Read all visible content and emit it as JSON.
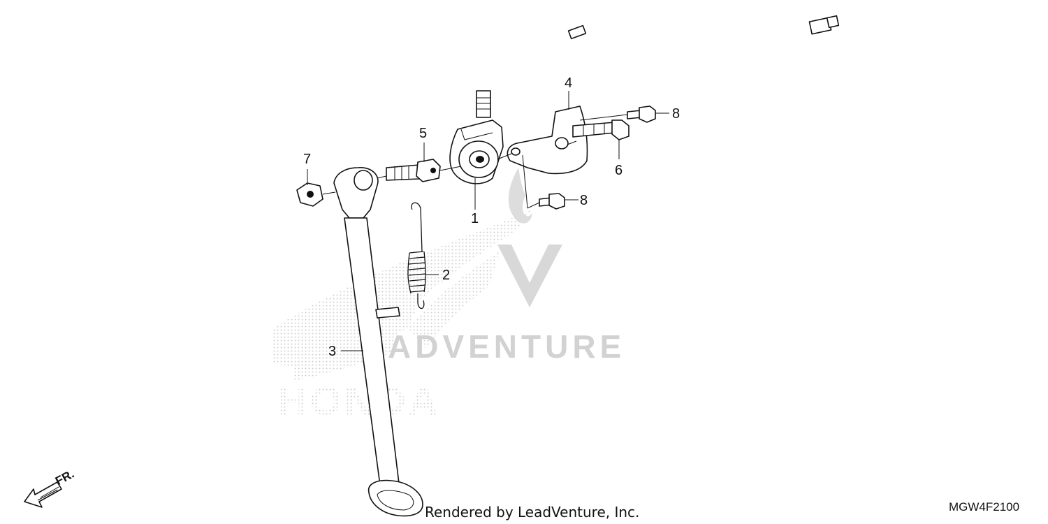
{
  "diagram": {
    "callouts": [
      {
        "id": "1",
        "label": "1"
      },
      {
        "id": "2",
        "label": "2"
      },
      {
        "id": "3",
        "label": "3"
      },
      {
        "id": "4",
        "label": "4"
      },
      {
        "id": "5",
        "label": "5"
      },
      {
        "id": "6",
        "label": "6"
      },
      {
        "id": "7",
        "label": "7"
      },
      {
        "id": "8a",
        "label": "8"
      },
      {
        "id": "8b",
        "label": "8"
      }
    ],
    "front_indicator": "FR.",
    "diagram_code": "MGW4F2100",
    "credit": "Rendered by LeadVenture, Inc.",
    "watermark_text": "ADVENTURE",
    "logo_text": "HONDA"
  }
}
